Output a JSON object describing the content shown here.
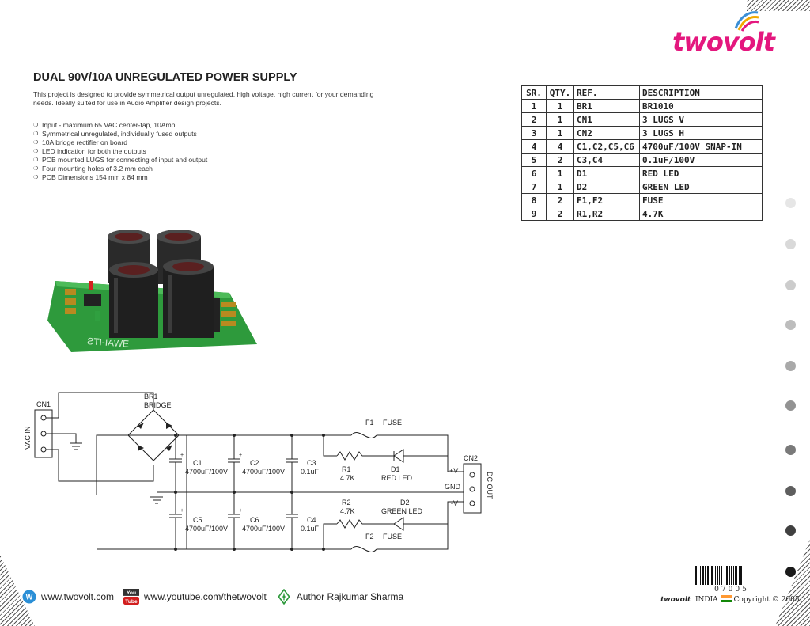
{
  "brand": {
    "logo_text": "twovolt",
    "color": "#e4177e"
  },
  "title": "DUAL 90V/10A UNREGULATED POWER SUPPLY",
  "intro": "This project is designed to provide symmetrical output unregulated, high voltage, high current for your demanding needs.  Ideally suited for use in Audio Amplifier design projects.",
  "features": [
    "Input - maximum 65 VAC center-tap, 10Amp",
    "Symmetrical unregulated, individually fused outputs",
    "10A bridge rectifier on board",
    "LED indication for both the outputs",
    "PCB mounted LUGS for connecting of input and output",
    "Four mounting holes of 3.2 mm each",
    "PCB Dimensions 154 mm x 84 mm"
  ],
  "bom": {
    "headers": [
      "SR.",
      "QTY.",
      "REF.",
      "DESCRIPTION"
    ],
    "rows": [
      [
        "1",
        "1",
        "BR1",
        "BR1010"
      ],
      [
        "2",
        "1",
        "CN1",
        "3 LUGS V"
      ],
      [
        "3",
        "1",
        "CN2",
        "3 LUGS H"
      ],
      [
        "4",
        "4",
        "C1,C2,C5,C6",
        "4700uF/100V SNAP-IN"
      ],
      [
        "5",
        "2",
        "C3,C4",
        "0.1uF/100V"
      ],
      [
        "6",
        "1",
        "D1",
        "RED LED"
      ],
      [
        "7",
        "1",
        "D2",
        "GREEN LED"
      ],
      [
        "8",
        "2",
        "F1,F2",
        "FUSE"
      ],
      [
        "9",
        "2",
        "R1,R2",
        "4.7K"
      ]
    ]
  },
  "side_dots": [
    "#e6e6e6",
    "#d9d9d9",
    "#cccccc",
    "#bdbdbd",
    "#a9a9a9",
    "#939393",
    "#7a7a7a",
    "#5e5e5e",
    "#404040",
    "#1a1a1a"
  ],
  "schematic": {
    "cn1": "CN1",
    "vac_in": "VAC IN",
    "br1": "BR1",
    "bridge": "BRIDGE",
    "c1": "C1",
    "c1_val": "4700uF/100V",
    "c2": "C2",
    "c2_val": "4700uF/100V",
    "c3": "C3",
    "c3_val": "0.1uF",
    "c5": "C5",
    "c5_val": "4700uF/100V",
    "c6": "C6",
    "c6_val": "4700uF/100V",
    "c4": "C4",
    "c4_val": "0.1uF",
    "f1": "F1",
    "f1_type": "FUSE",
    "f2": "F2",
    "f2_type": "FUSE",
    "r1": "R1",
    "r1_val": "4.7K",
    "r2": "R2",
    "r2_val": "4.7K",
    "d1": "D1",
    "d1_type": "RED LED",
    "d2": "D2",
    "d2_type": "GREEN LED",
    "vpos": "+V",
    "gnd": "GND",
    "vneg": "-V",
    "cn2": "CN2",
    "dc_out": "DC OUT",
    "plus": "+"
  },
  "footer": {
    "website": "www.twovolt.com",
    "youtube_icon_text": "You Tube",
    "youtube": "www.youtube.com/thetwovolt",
    "author": "Author Rajkumar Sharma"
  },
  "barcode_number": "07005",
  "copyright": {
    "brand": "twovolt",
    "country": "INDIA",
    "text": "Copyright",
    "symbol": "©",
    "year": "2005"
  }
}
